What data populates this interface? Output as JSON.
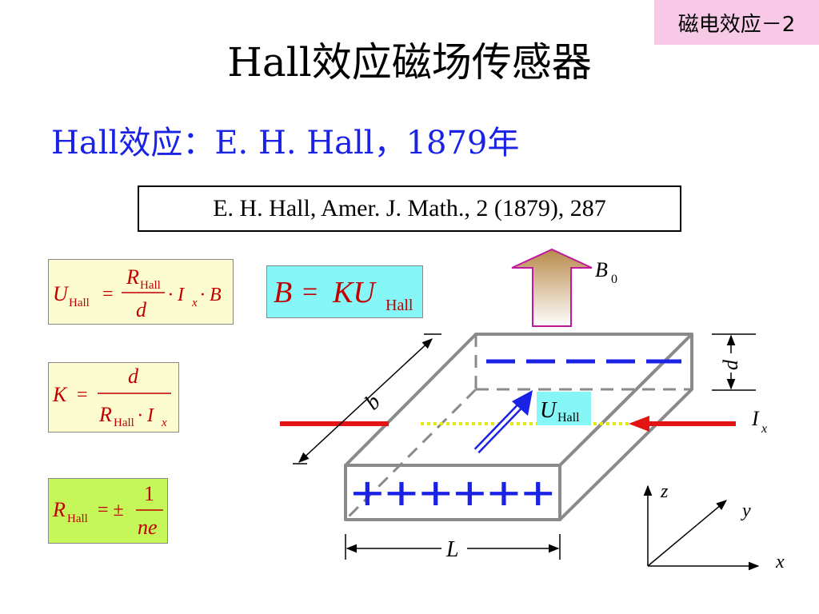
{
  "slide_tag": "磁电效应－2",
  "title": "Hall效应磁场传感器",
  "subtitle": "Hall效应：E. H. Hall，1879年",
  "reference": "E. H. Hall, Amer. J. Math., 2 (1879), 287",
  "formulas": {
    "u_hall": {
      "lhs": "U",
      "lhs_sub": "Hall",
      "eq": "=",
      "num": "R",
      "num_sub": "Hall",
      "den": "d",
      "rest": "· I",
      "rest_sub": "x",
      "tail": "· B"
    },
    "k": {
      "lhs": "K",
      "eq": "=",
      "num": "d",
      "den": "R",
      "den_sub": "Hall",
      "den_rest": "· I",
      "den_rest_sub": "x"
    },
    "r_hall": {
      "lhs": "R",
      "lhs_sub": "Hall",
      "eq": "= ±",
      "num": "1",
      "den": "ne"
    },
    "b": {
      "lhs": "B",
      "eq": "=",
      "rhs": "KU",
      "rhs_sub": "Hall"
    }
  },
  "diagram": {
    "label_b0": "B",
    "label_b0_sub": "0",
    "label_b": "b",
    "label_d": "d",
    "label_l": "L",
    "label_ix": "I",
    "label_ix_sub": "x",
    "label_uhall": "U",
    "label_uhall_sub": "Hall",
    "axis_z": "z",
    "axis_y": "y",
    "axis_x": "x",
    "plus_signs": "++++++",
    "colors": {
      "charge": "#1a22e6",
      "current": "#e41414",
      "field_arrow": "#c8955a",
      "field_border": "#c0189e",
      "uhall_bg": "#86f6f6",
      "dotted": "#e6e60a",
      "slab": "#8a8a8a"
    }
  }
}
